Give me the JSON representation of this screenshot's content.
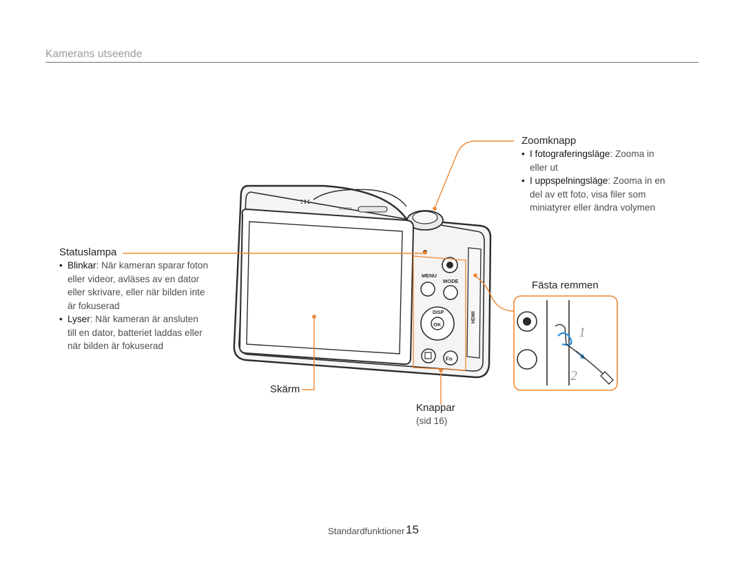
{
  "header": {
    "section_title": "Kamerans utseende"
  },
  "callouts": {
    "status_lamp": {
      "title": "Statuslampa",
      "bullets": [
        {
          "term": "Blinkar",
          "text": ": När kameran sparar foton eller videor, avläses av en dator eller skrivare, eller när bilden inte är fokuserad"
        },
        {
          "term": "Lyser",
          "text": ": När kameran är ansluten till en dator, batteriet laddas eller när bilden är fokuserad"
        }
      ]
    },
    "zoom": {
      "title": "Zoomknapp",
      "bullets": [
        {
          "term": "I fotograferingsläge",
          "text": ": Zooma in eller ut"
        },
        {
          "term": "I uppspelningsläge",
          "text": ": Zooma in en del av ett foto, visa filer som miniatyrer eller ändra volymen"
        }
      ]
    },
    "strap": {
      "title": "Fästa remmen",
      "step1": "1",
      "step2": "2"
    },
    "screen": {
      "title": "Skärm"
    },
    "buttons": {
      "title": "Knappar",
      "ref": "(sid 16)"
    }
  },
  "camera": {
    "brand_text": "POWER",
    "button_labels": {
      "menu": "MENU",
      "mode": "MODE",
      "disp": "DISP",
      "ok": "OK",
      "fn": "Fn",
      "hdmi": "HDMI"
    }
  },
  "footer": {
    "chapter": "Standardfunktioner",
    "page_number": "15"
  },
  "colors": {
    "accent": "#f0852e",
    "camera_body": "#3a3a3c",
    "strap_arrow": "#2f8fd8"
  }
}
